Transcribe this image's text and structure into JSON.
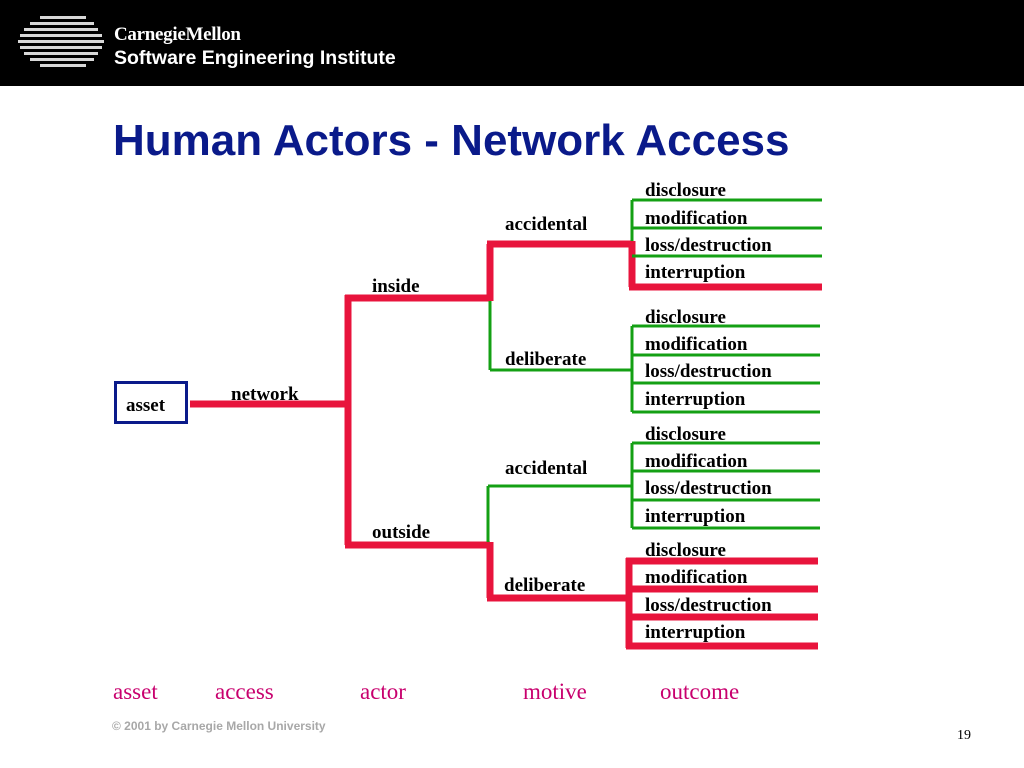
{
  "header": {
    "org_line1": "CarnegieMellon",
    "org_line2": "Software Engineering Institute",
    "colors": {
      "bar": "#000000",
      "text": "#ffffff"
    }
  },
  "slide": {
    "title": "Human Actors - Network Access",
    "title_color": "#0a1a8a"
  },
  "tree": {
    "root": "asset",
    "access": "network",
    "actors": [
      "inside",
      "outside"
    ],
    "motives": [
      "accidental",
      "deliberate",
      "accidental",
      "deliberate"
    ],
    "outcomes": [
      "disclosure",
      "modification",
      "loss/destruction",
      "interruption"
    ],
    "colors": {
      "highlight": "#e8143c",
      "normal": "#14a014",
      "box_border": "#0a1a8a"
    }
  },
  "categories": [
    "asset",
    "access",
    "actor",
    "motive",
    "outcome"
  ],
  "category_color": "#c8006e",
  "footer": {
    "copyright": "© 2001 by Carnegie Mellon University",
    "page": "19"
  }
}
